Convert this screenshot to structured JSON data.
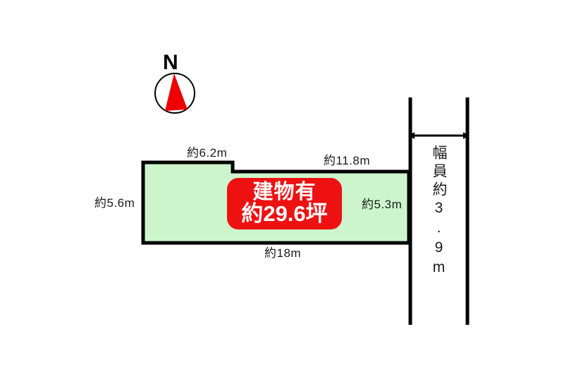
{
  "diagram": {
    "title": "land-plot-diagram",
    "background_color": "#ffffff"
  },
  "compass": {
    "label": "N",
    "needle_color": "#ee0000",
    "ring_color": "#000000"
  },
  "parcel": {
    "fill_color": "#ccf5cc",
    "stroke_color": "#000000",
    "dimensions": {
      "top_left": "約6.2m",
      "top_right": "約11.8m",
      "left": "約5.6m",
      "right": "約5.3m",
      "bottom": "約18m"
    }
  },
  "building_badge": {
    "line1": "建物有",
    "line2": "約29.6坪",
    "background_color": "#ee1111",
    "text_color": "#ffffff"
  },
  "road": {
    "width_label": "幅員約3.9m",
    "line_color": "#000000",
    "arrow_color": "#000000"
  }
}
